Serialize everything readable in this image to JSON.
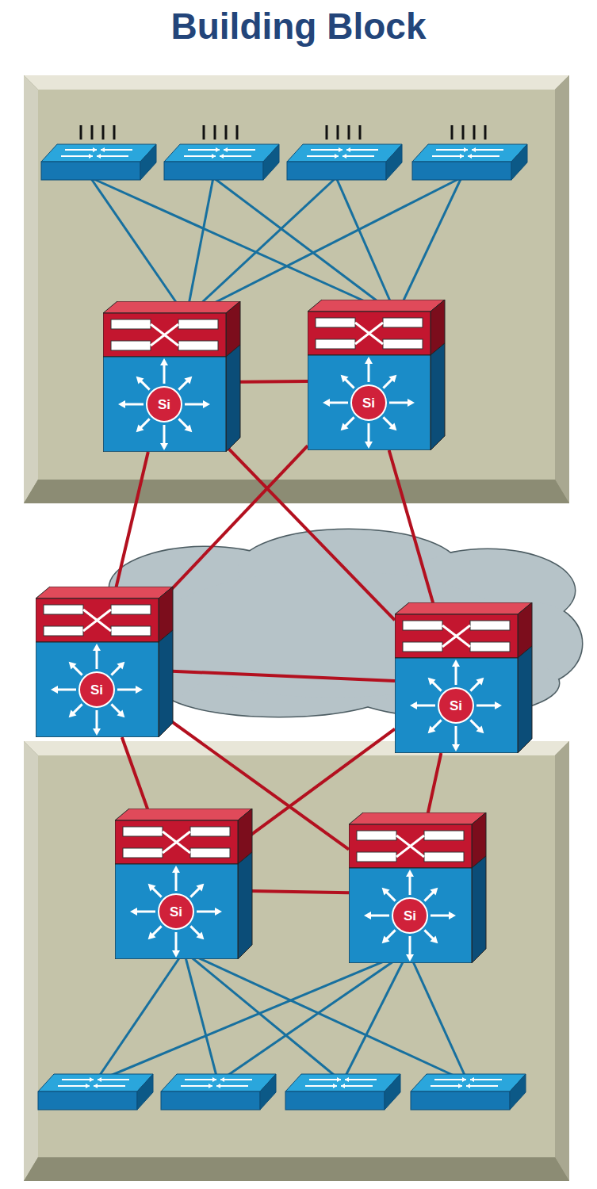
{
  "diagram": {
    "title": "Building Block",
    "nodes": [
      {
        "text": [
          "Si"
        ]
      },
      {
        "text": [
          "Si"
        ]
      },
      {
        "text": [
          "Si"
        ]
      },
      {
        "text": [
          "Si"
        ]
      },
      {
        "text": [
          "Si"
        ]
      },
      {
        "text": [
          "Si"
        ]
      }
    ],
    "edges": [
      {
        "from": 0,
        "to": 1,
        "arrow": "none"
      },
      {
        "from": 0,
        "to": 2,
        "arrow": "none"
      },
      {
        "from": 0,
        "to": 3,
        "arrow": "none"
      },
      {
        "from": 1,
        "to": 2,
        "arrow": "none"
      },
      {
        "from": 1,
        "to": 3,
        "arrow": "none"
      },
      {
        "from": 2,
        "to": 3,
        "arrow": "none"
      },
      {
        "from": 2,
        "to": 4,
        "arrow": "none"
      },
      {
        "from": 2,
        "to": 5,
        "arrow": "none"
      },
      {
        "from": 3,
        "to": 4,
        "arrow": "none"
      },
      {
        "from": 3,
        "to": 5,
        "arrow": "none"
      },
      {
        "from": 4,
        "to": 5,
        "arrow": "none"
      }
    ]
  }
}
